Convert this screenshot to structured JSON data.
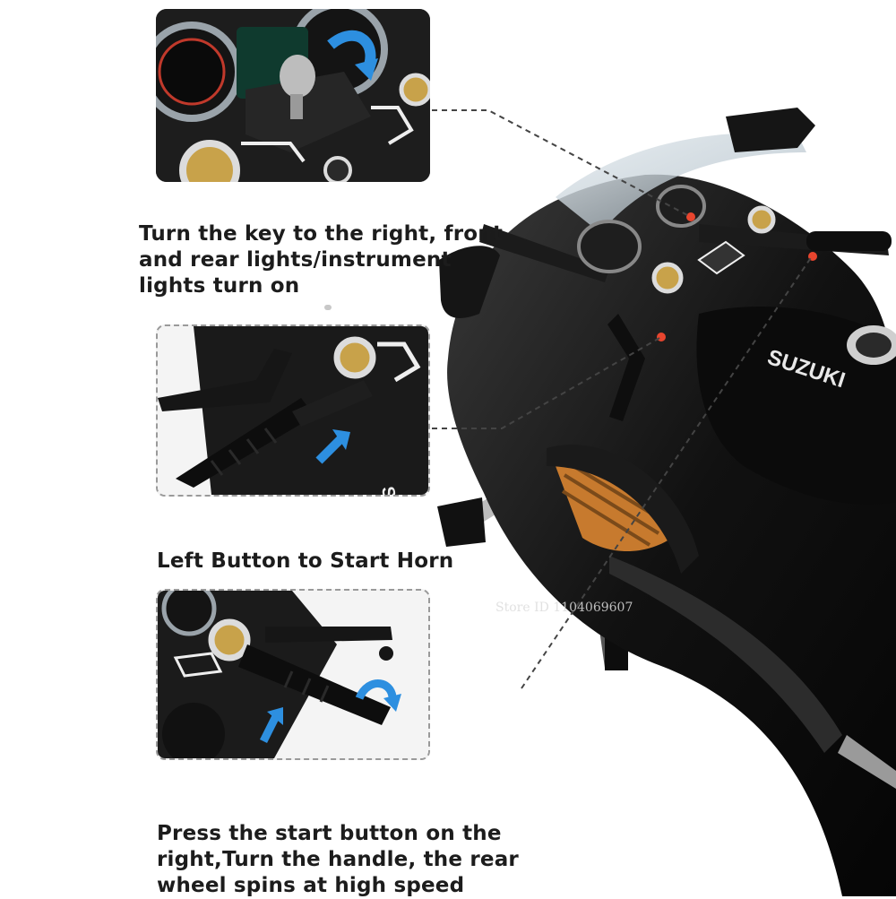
{
  "captions": {
    "key": "Turn the key to the right, front and rear lights/instrument lights turn on",
    "horn": "Left Button to Start Horn",
    "start": "Press the start button on the right,Turn the handle, the rear wheel spins at high speed"
  },
  "watermark": "Store ID 1104069607",
  "brand_logo": "SUZUKI",
  "colors": {
    "background": "#ffffff",
    "body_black": "#141414",
    "accent_blue": "#2d8fe0",
    "accent_orange": "#c77a2e",
    "marker_red": "#e8452e"
  },
  "icons": [
    "key-icon",
    "rotate-arrow-icon",
    "up-arrow-icon"
  ]
}
